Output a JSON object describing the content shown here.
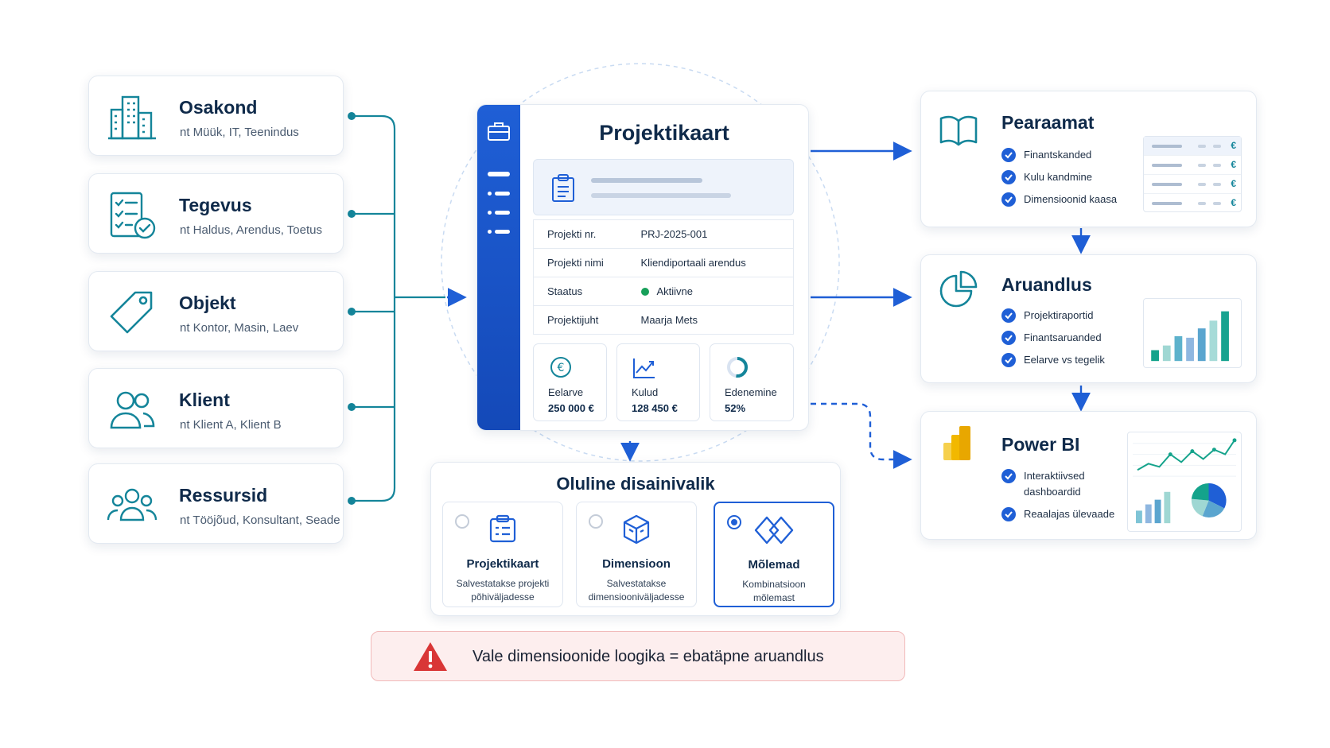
{
  "dimensions": [
    {
      "title": "Osakond",
      "subtitle": "nt Müük, IT, Teenindus",
      "icon": "building-icon"
    },
    {
      "title": "Tegevus",
      "subtitle": "nt Haldus, Arendus, Toetus",
      "icon": "checklist-icon"
    },
    {
      "title": "Objekt",
      "subtitle": "nt Kontor, Masin, Laev",
      "icon": "tag-icon"
    },
    {
      "title": "Klient",
      "subtitle": "nt Klient A, Klient B",
      "icon": "users-icon"
    },
    {
      "title": "Ressursid",
      "subtitle": "nt Tööjõud, Konsultant, Seade",
      "icon": "team-icon"
    }
  ],
  "project_card": {
    "title": "Projektikaart",
    "rows": [
      {
        "key": "Projekti nr.",
        "value": "PRJ-2025-001"
      },
      {
        "key": "Projekti nimi",
        "value": "Kliendiportaali arendus"
      },
      {
        "key": "Staatus",
        "value": "Aktiivne"
      },
      {
        "key": "Projektijuht",
        "value": "Maarja Mets"
      }
    ],
    "kpis": [
      {
        "label": "Eelarve",
        "value": "250 000 €",
        "icon": "euro-icon"
      },
      {
        "label": "Kulud",
        "value": "128 450 €",
        "icon": "trend-icon"
      },
      {
        "label": "Edenemine",
        "value": "52%",
        "icon": "progress-ring-icon",
        "progress": 0.52
      }
    ],
    "status_color": "#18a05a"
  },
  "design_choice": {
    "title": "Oluline disainivalik",
    "options": [
      {
        "name": "Projektikaart",
        "desc1": "Salvestatakse projekti",
        "desc2": "põhiväljadesse",
        "selected": false
      },
      {
        "name": "Dimensioon",
        "desc1": "Salvestatakse",
        "desc2": "dimensiooniväljadesse",
        "selected": false
      },
      {
        "name": "Mõlemad",
        "desc1": "Kombinatsioon",
        "desc2": "mõlemast",
        "selected": true
      }
    ]
  },
  "warning": {
    "text": "Vale dimensioonide loogika = ebatäpne aruandlus"
  },
  "outputs": [
    {
      "title": "Pearaamat",
      "items": [
        "Finantskanded",
        "Kulu kandmine",
        "Dimensioonid kaasa"
      ],
      "currency_symbol": "€"
    },
    {
      "title": "Aruandlus",
      "items": [
        "Projektiraportid",
        "Finantsaruanded",
        "Eelarve vs tegelik"
      ]
    },
    {
      "title": "Power BI",
      "items": [
        "Interaktiivsed",
        "dashboardid",
        "Reaalajas ülevaade"
      ]
    }
  ],
  "colors": {
    "accent": "#1f5fd6",
    "teal": "#14859a",
    "warning": "#d93636",
    "powerbi": "#f2b800"
  }
}
